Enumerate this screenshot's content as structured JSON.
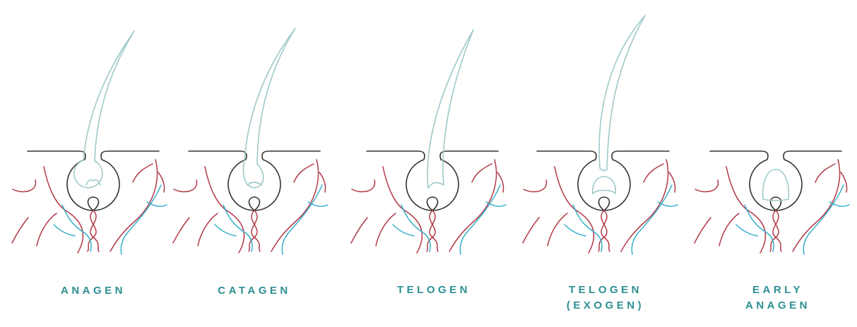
{
  "colors": {
    "skin": "#333333",
    "hair": "#9ec9c9",
    "artery": "#b13a47",
    "vein": "#36aeca",
    "label": "#2d8f91"
  },
  "stages": [
    {
      "line1": "ANAGEN",
      "line2": ""
    },
    {
      "line1": "CATAGEN",
      "line2": ""
    },
    {
      "line1": "TELOGEN",
      "line2": ""
    },
    {
      "line1": "TELOGEN",
      "line2": "(EXOGEN)"
    },
    {
      "line1": "EARLY",
      "line2": "ANAGEN"
    }
  ]
}
